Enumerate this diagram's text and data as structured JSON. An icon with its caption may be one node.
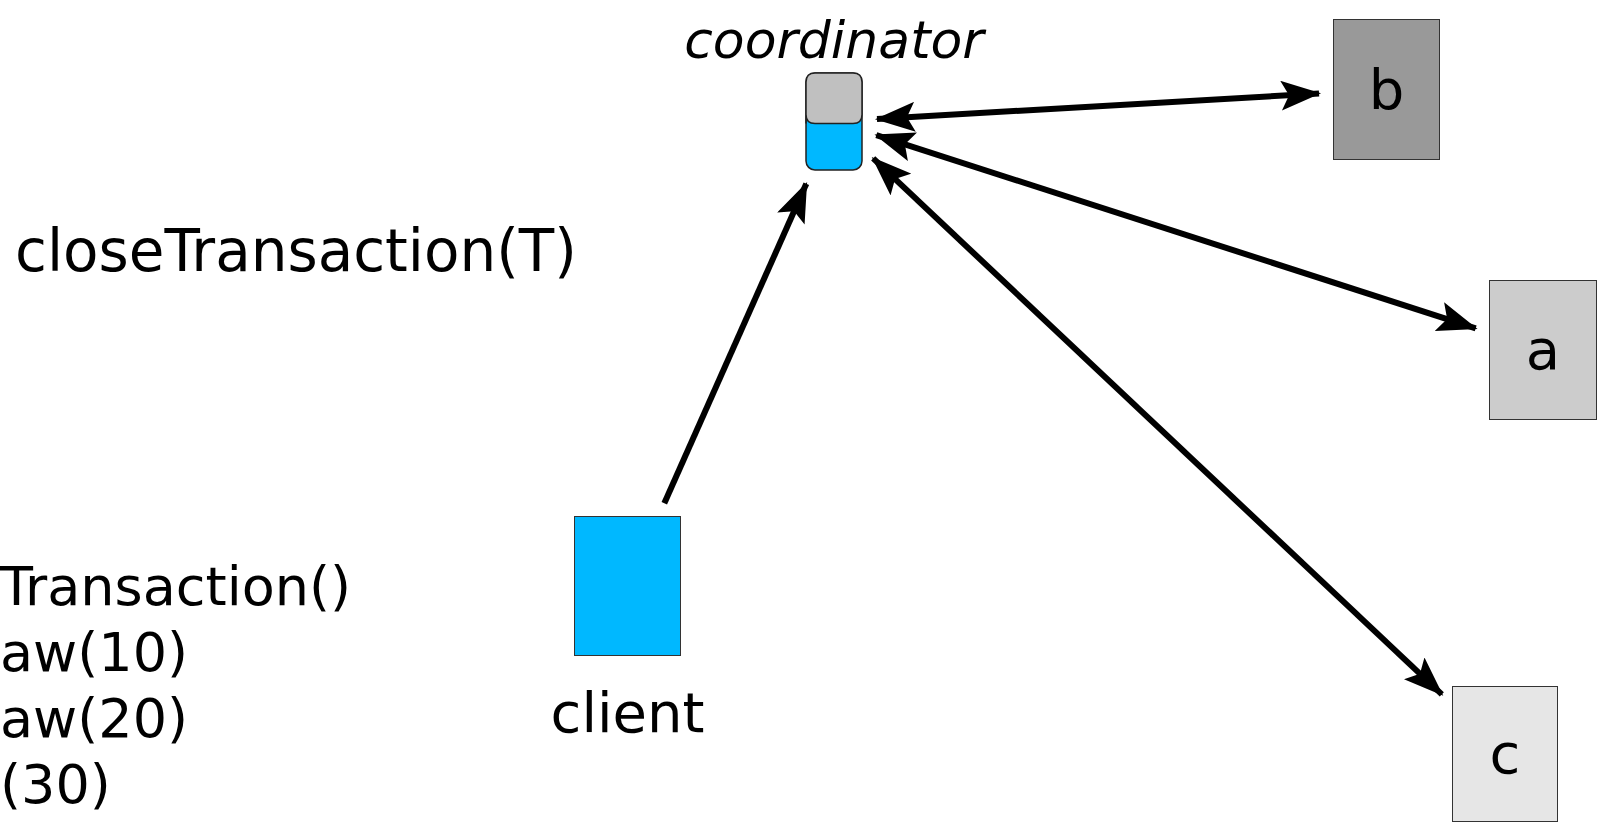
{
  "diagram": {
    "nodes": [
      {
        "text": [
          "coordinator"
        ]
      },
      {
        "text": [
          "b"
        ]
      },
      {
        "text": [
          "a"
        ]
      },
      {
        "text": [
          "client"
        ]
      },
      {
        "text": [
          "c"
        ]
      }
    ],
    "edges": [
      {
        "from": 0,
        "to": 1,
        "arrow": "both"
      },
      {
        "from": 0,
        "to": 2,
        "arrow": "both"
      },
      {
        "from": 3,
        "to": 0,
        "arrow": "to"
      },
      {
        "from": 0,
        "to": 4,
        "arrow": "both"
      }
    ],
    "labels": [
      "closeTransaction(T)",
      "Transaction()",
      "aw(10)",
      "aw(20)",
      "(30)"
    ]
  }
}
